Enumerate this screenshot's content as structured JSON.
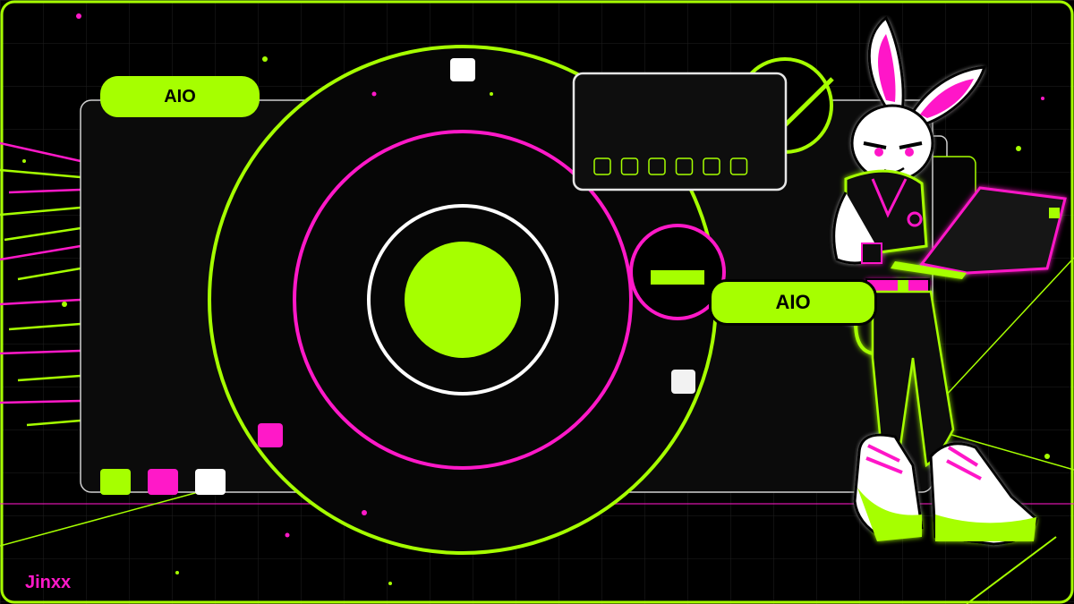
{
  "labels": {
    "top_pill": "AIO",
    "right_pill": "AIO",
    "watermark": "Jinxx"
  },
  "colors": {
    "lime": "#a6ff00",
    "magenta": "#ff19c8",
    "white": "#ffffff",
    "background": "#000000",
    "panel": "#0b0b0b"
  },
  "icons": {
    "mascot": "rabbit-hacker-with-laptop",
    "center_target": "concentric-rings-target",
    "minus_badge": "minus-icon"
  },
  "pin_slots": 6
}
